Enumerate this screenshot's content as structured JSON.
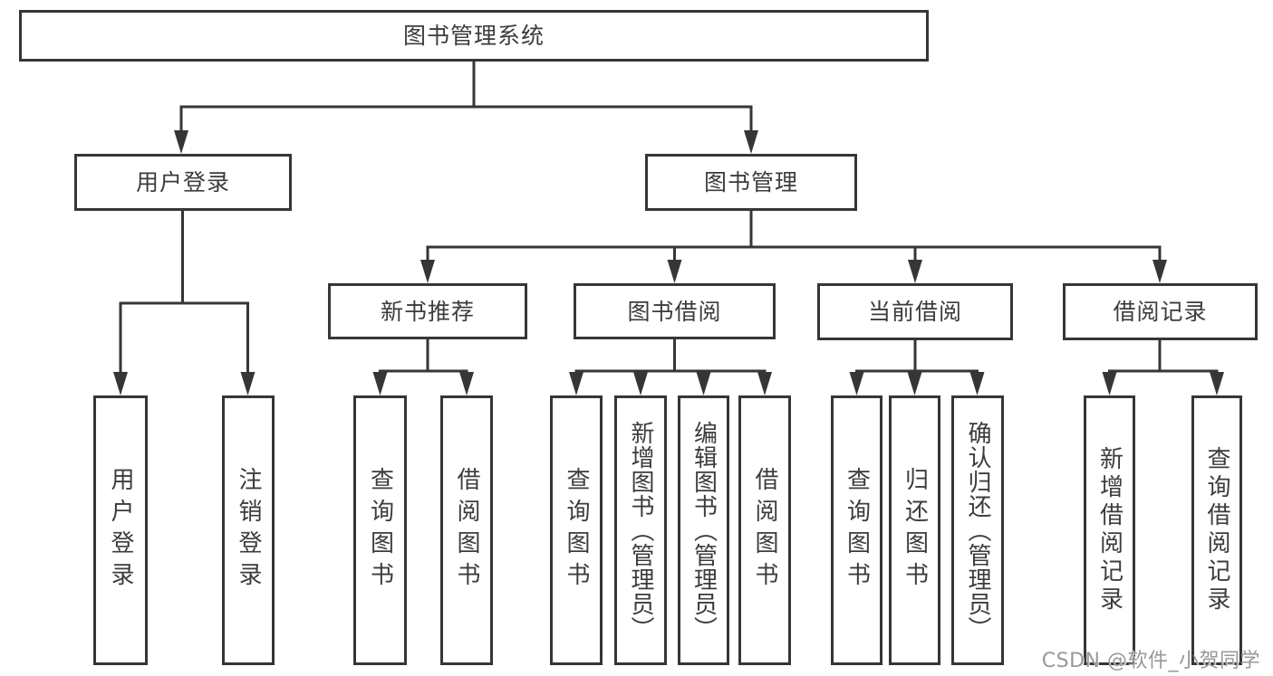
{
  "diagram": {
    "root": {
      "label": "图书管理系统"
    },
    "level2": [
      {
        "label": "用户登录"
      },
      {
        "label": "图书管理"
      }
    ],
    "level3": [
      {
        "label": "新书推荐"
      },
      {
        "label": "图书借阅"
      },
      {
        "label": "当前借阅"
      },
      {
        "label": "借阅记录"
      }
    ],
    "leaves": {
      "login": [
        {
          "label": "用户登录"
        },
        {
          "label": "注销登录"
        }
      ],
      "recommend": [
        {
          "label": "查询图书"
        },
        {
          "label": "借阅图书"
        }
      ],
      "borrow": [
        {
          "label": "查询图书"
        },
        {
          "label": "新增图书（管理员）"
        },
        {
          "label": "编辑图书（管理员）"
        },
        {
          "label": "借阅图书"
        }
      ],
      "current": [
        {
          "label": "查询图书"
        },
        {
          "label": "归还图书"
        },
        {
          "label": "确认归还（管理员）"
        }
      ],
      "records": [
        {
          "label": "新增借阅记录"
        },
        {
          "label": "查询借阅记录"
        }
      ]
    },
    "watermark": "CSDN @软件_小贺同学",
    "colors": {
      "line": "#363636",
      "text": "#3c3c3c",
      "watermark": "#989898",
      "background": "#ffffff"
    }
  }
}
